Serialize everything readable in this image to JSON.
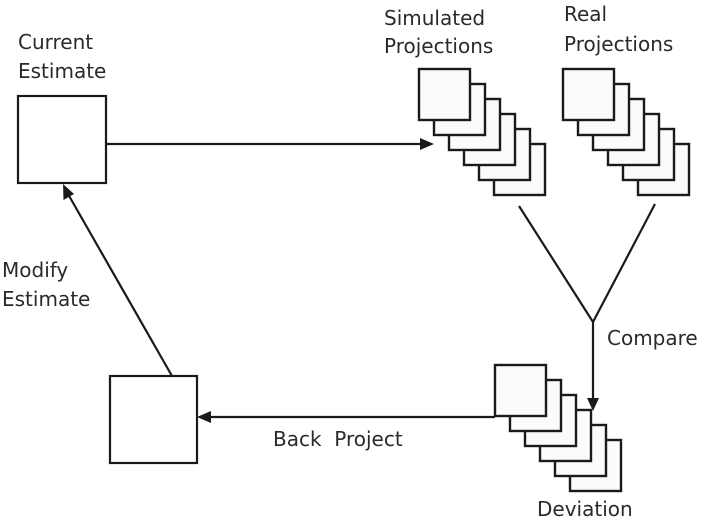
{
  "diagram": {
    "nodes": {
      "current_estimate": {
        "label_lines": [
          "Current",
          "Estimate"
        ]
      },
      "simulated_projections": {
        "label_lines": [
          "Simulated",
          "Projections"
        ],
        "stack_count": 6
      },
      "real_projections": {
        "label_lines": [
          "Real",
          "Projections"
        ],
        "stack_count": 6
      },
      "deviation": {
        "label": "Deviation",
        "stack_count": 6
      },
      "update_image": {
        "label": ""
      }
    },
    "edges": {
      "forward_project": {
        "from": "current_estimate",
        "to": "simulated_projections",
        "label": ""
      },
      "compare": {
        "from": [
          "simulated_projections",
          "real_projections"
        ],
        "to": "deviation",
        "label": "Compare"
      },
      "back_project": {
        "from": "deviation",
        "to": "update_image",
        "label": "Back  Project"
      },
      "modify_estimate": {
        "from": "update_image",
        "to": "current_estimate",
        "label_lines": [
          "Modify",
          "Estimate"
        ]
      }
    }
  }
}
